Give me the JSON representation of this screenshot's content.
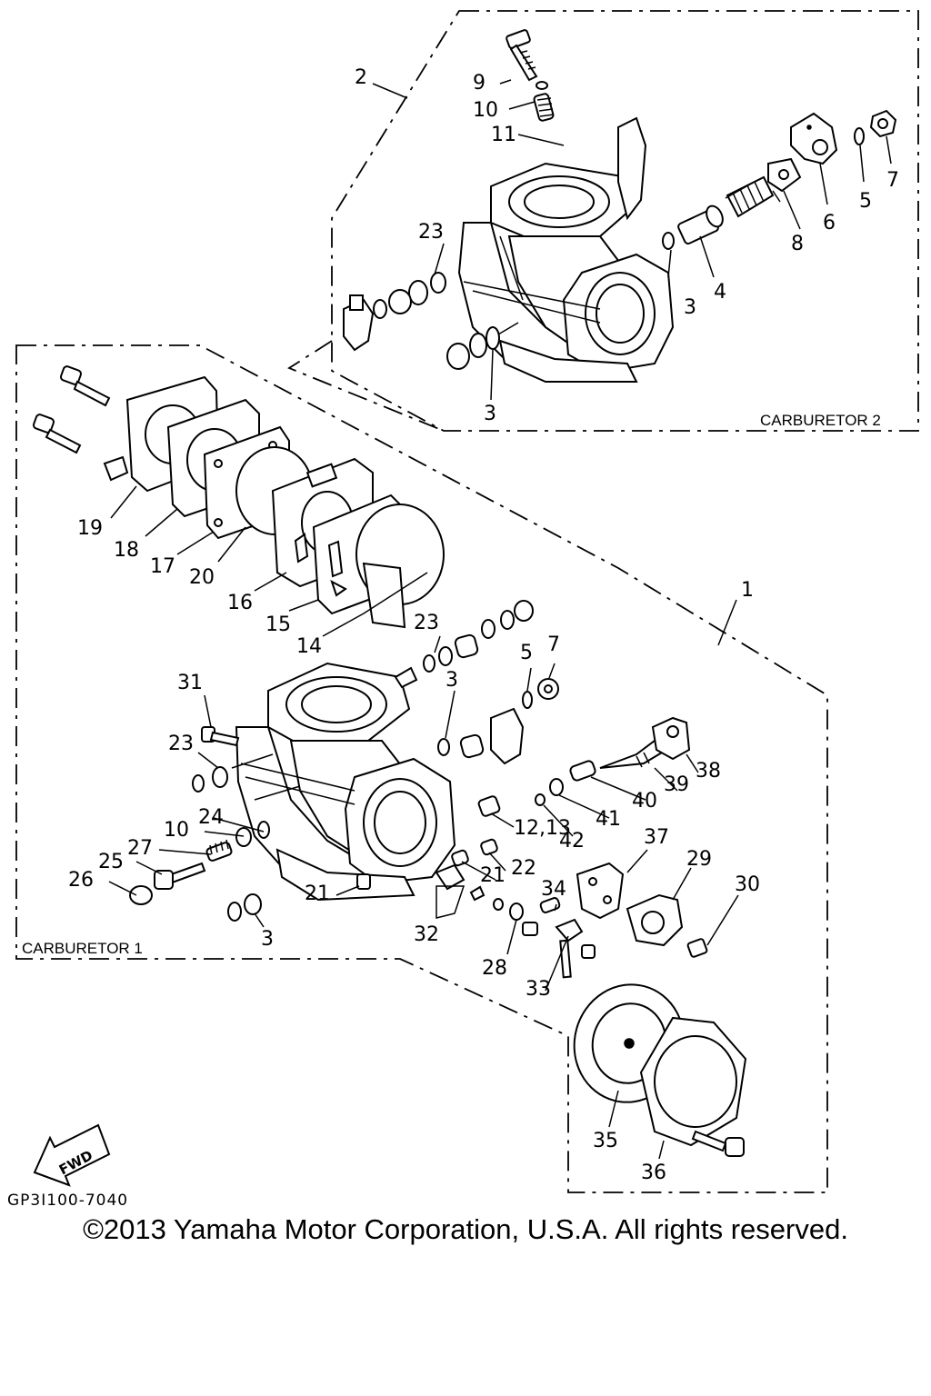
{
  "diagram": {
    "group_labels": {
      "carburetor_1": "CARBURETOR 1",
      "carburetor_2": "CARBURETOR 2"
    },
    "callouts": {
      "c1": "1",
      "c2": "2",
      "c3a": "3",
      "c3b": "3",
      "c3c": "3",
      "c3d": "3",
      "c4": "4",
      "c5a": "5",
      "c5b": "5",
      "c6": "6",
      "c7a": "7",
      "c7b": "7",
      "c8": "8",
      "c9": "9",
      "c10a": "10",
      "c10b": "10",
      "c11": "11",
      "c1213": "12,13",
      "c14": "14",
      "c15": "15",
      "c16": "16",
      "c17": "17",
      "c18": "18",
      "c19": "19",
      "c20": "20",
      "c21a": "21",
      "c21b": "21",
      "c22": "22",
      "c23a": "23",
      "c23b": "23",
      "c23c": "23",
      "c24": "24",
      "c25": "25",
      "c26": "26",
      "c27": "27",
      "c28": "28",
      "c29": "29",
      "c30": "30",
      "c31": "31",
      "c32": "32",
      "c33": "33",
      "c34": "34",
      "c35": "35",
      "c36": "36",
      "c37": "37",
      "c38": "38",
      "c39": "39",
      "c40": "40",
      "c41": "41",
      "c42": "42"
    },
    "fwd_label": "FWD",
    "drawing_code": "GP3I100-7040"
  },
  "copyright": "©2013 Yamaha Motor Corporation, U.S.A. All rights reserved."
}
